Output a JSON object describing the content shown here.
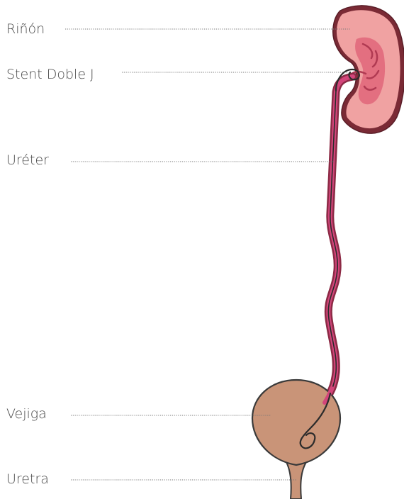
{
  "labels": {
    "rinon": "Riñón",
    "stent": "Stent Doble J",
    "ureter": "Uréter",
    "vejiga": "Vejiga",
    "uretra": "Uretra"
  },
  "colors": {
    "kidney_outer": "#7a2a35",
    "kidney_fill": "#e06a78",
    "kidney_cortex": "#f2a6a6",
    "ureter_outer": "#8c2a45",
    "ureter_inner": "#d2457a",
    "bladder_fill": "#c99478",
    "bladder_stroke": "#3a3a3a",
    "stent": "#2b2b2b",
    "text": "#4a4a4a",
    "leader": "#777777"
  }
}
